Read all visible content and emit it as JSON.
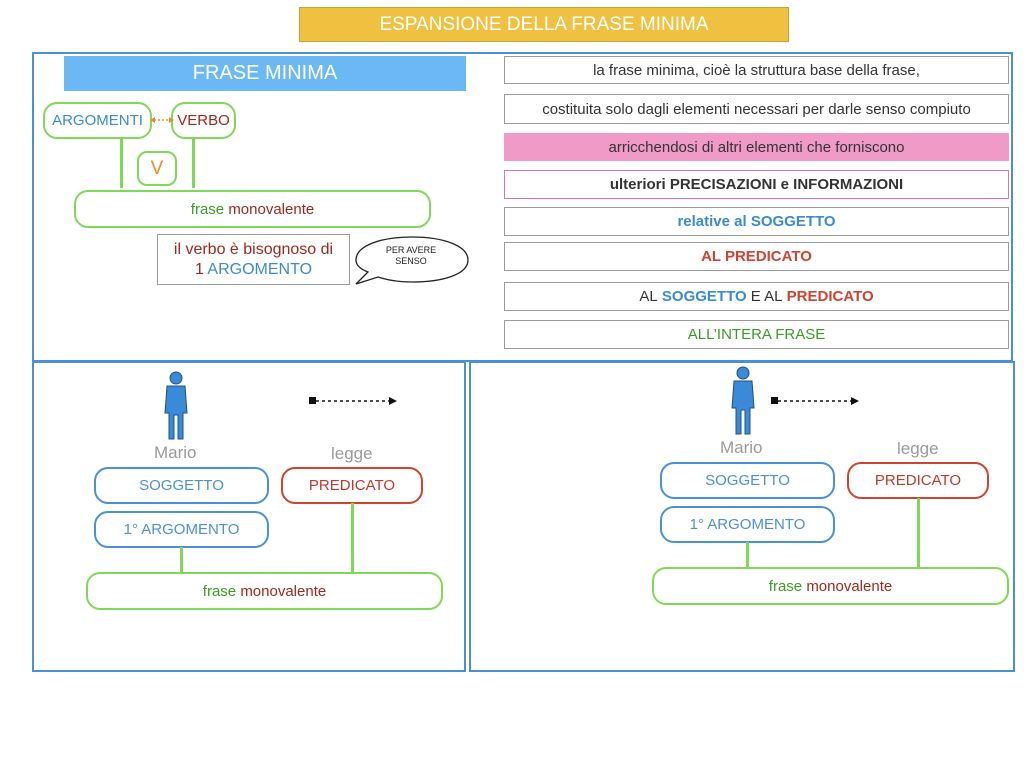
{
  "title": "ESPANSIONE DELLA FRASE MINIMA",
  "left_panel": {
    "header": "FRASE MINIMA",
    "argomenti": "ARGOMENTI",
    "verbo": "VERBO",
    "v": "V",
    "frase_word": "frase",
    "monovalente_word": "monovalente",
    "note_line1": "il verbo è bisognoso di",
    "note_num": "1",
    "note_arg": "ARGOMENTO",
    "bubble": "PER AVERE SENSO"
  },
  "rows": {
    "r1": "la frase minima, cioè la struttura base della frase,",
    "r2": "costituita solo dagli elementi necessari per darle senso compiuto",
    "r3": "arricchendosi di altri elementi che forniscono",
    "r4": "ulteriori PRECISAZIONI e INFORMAZIONI",
    "r5": "relative al SOGGETTO",
    "r6": "AL PREDICATO",
    "r7a": "AL ",
    "r7b": "SOGGETTO",
    "r7c": " E AL ",
    "r7d": "PREDICATO",
    "r8": "ALL’INTERA FRASE"
  },
  "bottom_left": {
    "name": "Mario",
    "verb": "legge",
    "soggetto": "SOGGETTO",
    "predicato": "PREDICATO",
    "argomento": "1° ARGOMENTO",
    "frase_word": "frase",
    "monovalente_word": "monovalente"
  },
  "bottom_right": {
    "name": "Mario",
    "verb": "legge",
    "soggetto": "SOGGETTO",
    "predicato": "PREDICATO",
    "argomento": "1° ARGOMENTO",
    "frase_word": "frase",
    "monovalente_word": "monovalente"
  },
  "colors": {
    "accent_blue": "#4a90d9",
    "green": "#7ed957",
    "red": "#d0442f",
    "title_yellow": "#f0c040",
    "pink": "#f09ac8"
  }
}
